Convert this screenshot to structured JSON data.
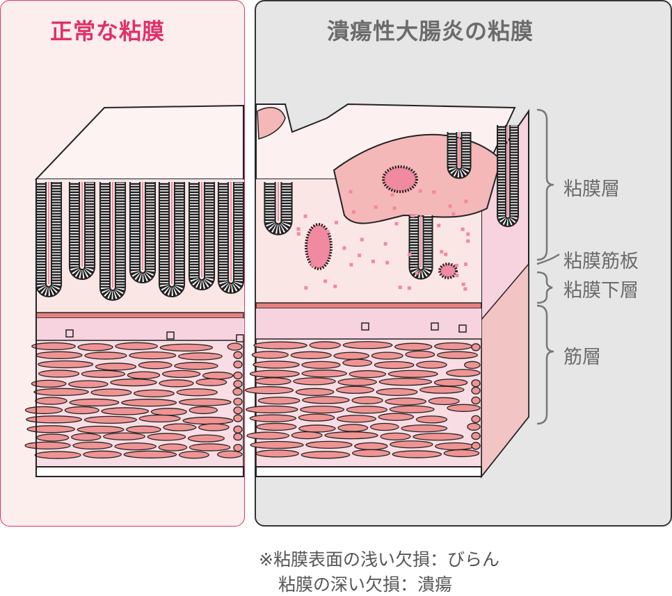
{
  "titles": {
    "normal": "正常な粘膜",
    "uc": "潰瘍性大腸炎の粘膜"
  },
  "layers": {
    "mucosa": "粘膜層",
    "muscularis_mucosae": "粘膜筋板",
    "submucosa": "粘膜下層",
    "muscle": "筋層"
  },
  "notes": {
    "line1": "※粘膜表面の浅い欠損：びらん",
    "line2": "粘膜の深い欠損：潰瘍"
  },
  "colors": {
    "accent": "#e0306a",
    "mucosa": "#fbe6e6",
    "submucosa": "#f6d3df",
    "muscle": "#ef9494",
    "ulcer": "#f4b8b8"
  }
}
